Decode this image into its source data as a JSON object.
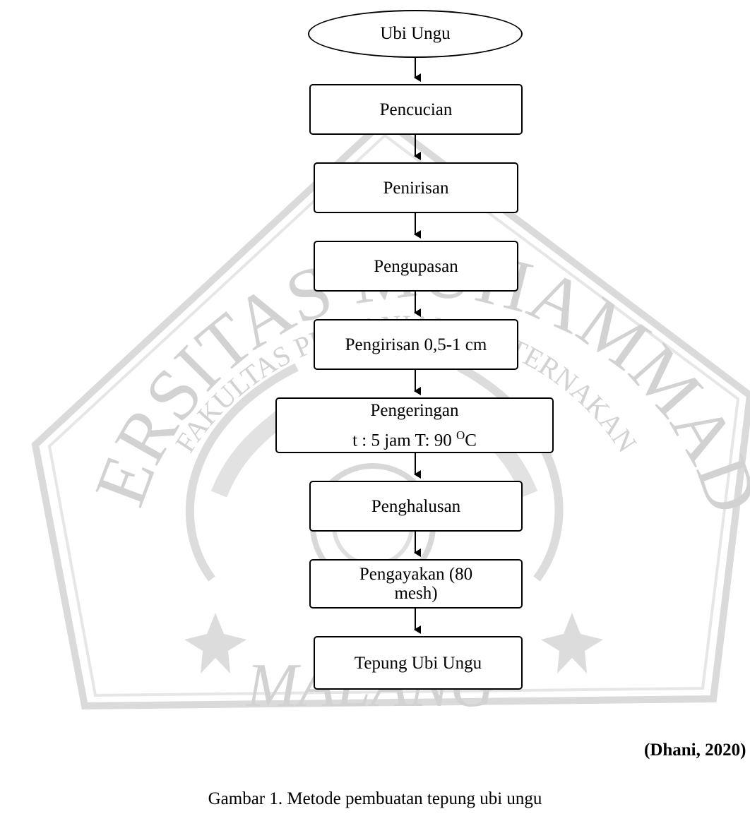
{
  "watermark": {
    "outer_arc": "UNIVERSITAS MUHAMMADIYAH",
    "inner_arc": "FAKULTAS PERTANIAN - PETERNAKAN",
    "city": "MALANG"
  },
  "flowchart": {
    "start": "Ubi Ungu",
    "steps": [
      {
        "label": "Pencucian"
      },
      {
        "label": "Penirisan"
      },
      {
        "label": "Pengupasan"
      },
      {
        "label": "Pengirisan 0,5-1 cm"
      },
      {
        "label": "Pengeringan",
        "detail_pre": "t : 5 jam  T: 90 ",
        "detail_sup": "O",
        "detail_post": "C"
      },
      {
        "label": "Penghalusan"
      },
      {
        "label": "Pengayakan (80",
        "label_line2": "mesh)"
      },
      {
        "label": "Tepung Ubi Ungu"
      }
    ]
  },
  "citation": "(Dhani, 2020)",
  "caption": "Gambar 1. Metode pembuatan tepung ubi ungu"
}
